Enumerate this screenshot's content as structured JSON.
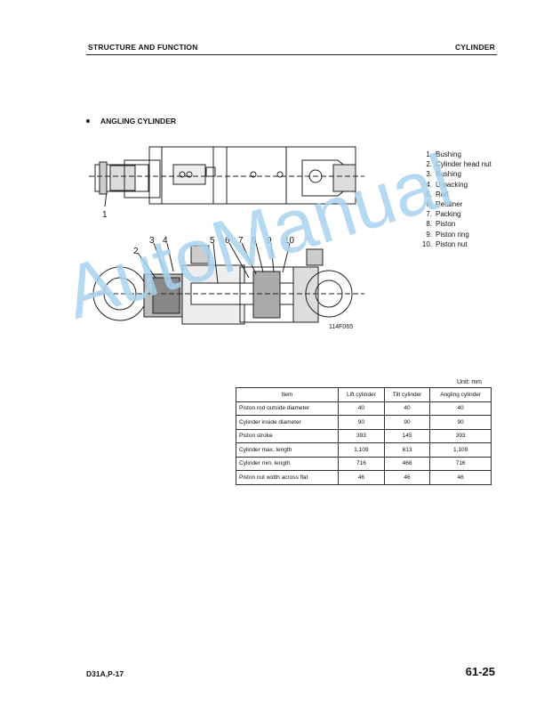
{
  "header": {
    "left": "STRUCTURE AND FUNCTION",
    "right": "CYLINDER"
  },
  "section_title": "ANGLING CYLINDER",
  "diagram": {
    "callouts": [
      "1",
      "2",
      "3",
      "4",
      "5",
      "6",
      "7",
      "8",
      "9",
      "10"
    ],
    "figure_id": "114F065"
  },
  "parts": [
    {
      "num": "1.",
      "name": "Bushing"
    },
    {
      "num": "2.",
      "name": "Cylinder head nut"
    },
    {
      "num": "3.",
      "name": "Bushing"
    },
    {
      "num": "4.",
      "name": "U-packing"
    },
    {
      "num": "5.",
      "name": "Rod"
    },
    {
      "num": "6.",
      "name": "Retainer"
    },
    {
      "num": "7.",
      "name": "Packing"
    },
    {
      "num": "8.",
      "name": "Piston"
    },
    {
      "num": "9.",
      "name": "Piston ring"
    },
    {
      "num": "10.",
      "name": "Piston nut"
    }
  ],
  "unit": "Unit: mm",
  "table": {
    "headers": [
      "Item",
      "Lift cylinder",
      "Tilt cylinder",
      "Angling cylinder"
    ],
    "rows": [
      [
        "Piston rod outside diameter",
        "40",
        "40",
        "40"
      ],
      [
        "Cylinder inside diameter",
        "90",
        "90",
        "90"
      ],
      [
        "Piston stroke",
        "393",
        "145",
        "393"
      ],
      [
        "Cylinder max. length",
        "1,109",
        "613",
        "1,109"
      ],
      [
        "Cylinder min. length",
        "716",
        "468",
        "716"
      ],
      [
        "Piston nut width across flat",
        "46",
        "46",
        "46"
      ]
    ]
  },
  "watermark": "AutoManual",
  "footer": {
    "model": "D31A,P-17",
    "page": "61-25"
  }
}
